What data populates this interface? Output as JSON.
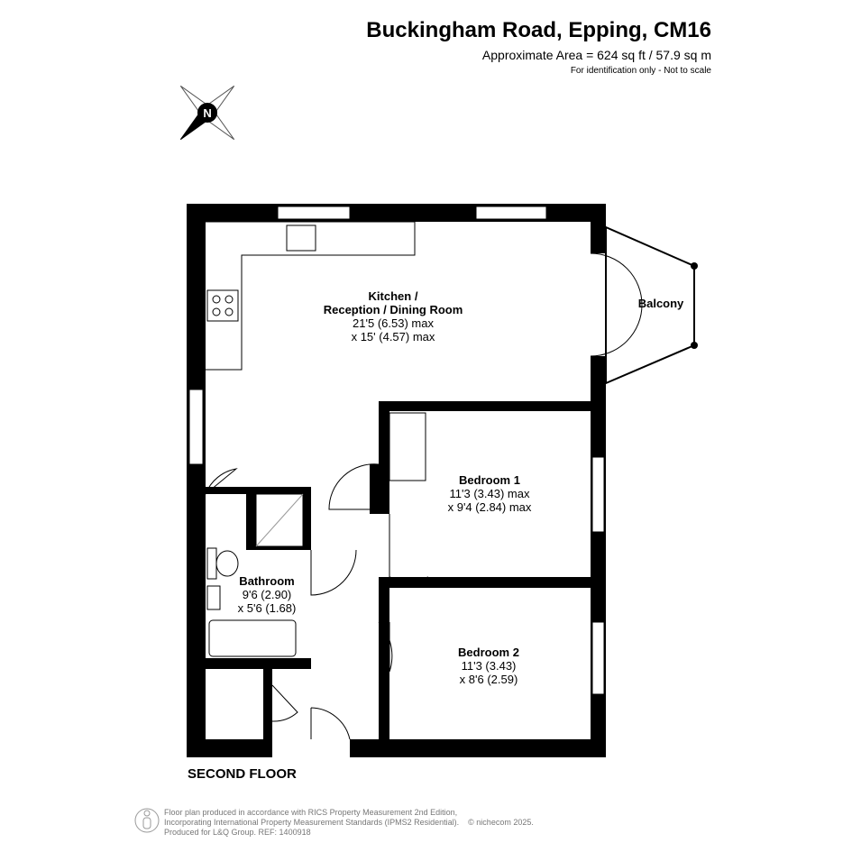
{
  "header": {
    "title": "Buckingham Road, Epping, CM16",
    "area": "Approximate Area = 624 sq ft / 57.9 sq m",
    "note": "For identification only - Not to scale"
  },
  "compass": {
    "label": "N"
  },
  "rooms": [
    {
      "name": "Kitchen /",
      "name2": "Reception / Dining Room",
      "dim1": "21'5 (6.53) max",
      "dim2": "x 15' (4.57) max"
    },
    {
      "name": "Balcony"
    },
    {
      "name": "Bedroom 1",
      "dim1": "11'3 (3.43) max",
      "dim2": "x 9'4 (2.84) max"
    },
    {
      "name": "Bathroom",
      "dim1": "9'6 (2.90)",
      "dim2": "x 5'6 (1.68)"
    },
    {
      "name": "Bedroom 2",
      "dim1": "11'3 (3.43)",
      "dim2": "x 8'6 (2.59)"
    }
  ],
  "floor_label": "SECOND FLOOR",
  "footer": {
    "line1": "Floor plan produced in accordance with RICS Property Measurement 2nd Edition,",
    "line2": "Incorporating International Property Measurement Standards (IPMS2 Residential).",
    "line3": "Produced for L&Q Group.   REF:   1400918",
    "copyright": "© nichecom 2025."
  }
}
